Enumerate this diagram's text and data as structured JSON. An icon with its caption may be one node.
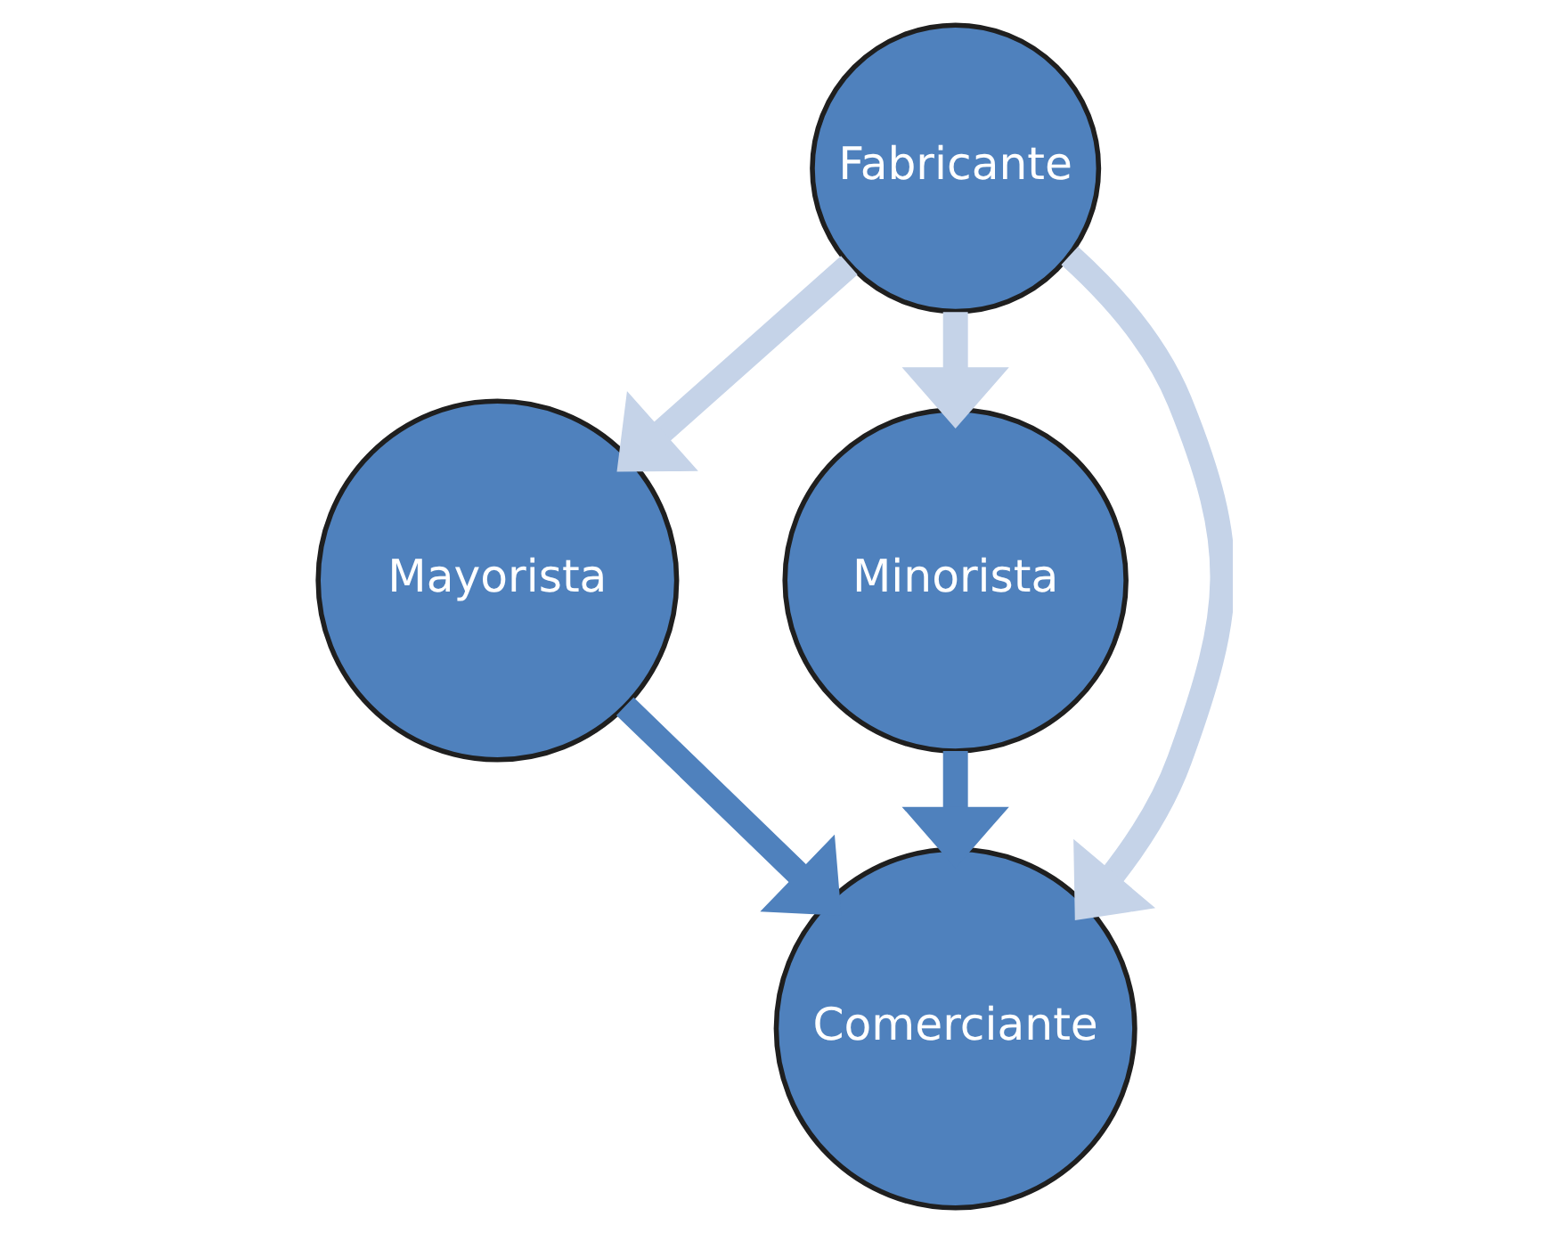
{
  "diagram": {
    "nodes": [
      {
        "text": [
          "Fabricante"
        ]
      },
      {
        "text": [
          "Mayorista"
        ]
      },
      {
        "text": [
          "Minorista"
        ]
      },
      {
        "text": [
          "Comerciante"
        ]
      }
    ],
    "edges": [
      {
        "from": 0,
        "to": 1,
        "arrow": "to"
      },
      {
        "from": 0,
        "to": 3,
        "arrow": "to"
      },
      {
        "from": 0,
        "to": 2,
        "arrow": "to"
      },
      {
        "from": 1,
        "to": 3,
        "arrow": "to",
        "color": "#4f81bd"
      },
      {
        "from": 2,
        "to": 3,
        "arrow": "to",
        "color": "#4f81bd"
      }
    ]
  }
}
